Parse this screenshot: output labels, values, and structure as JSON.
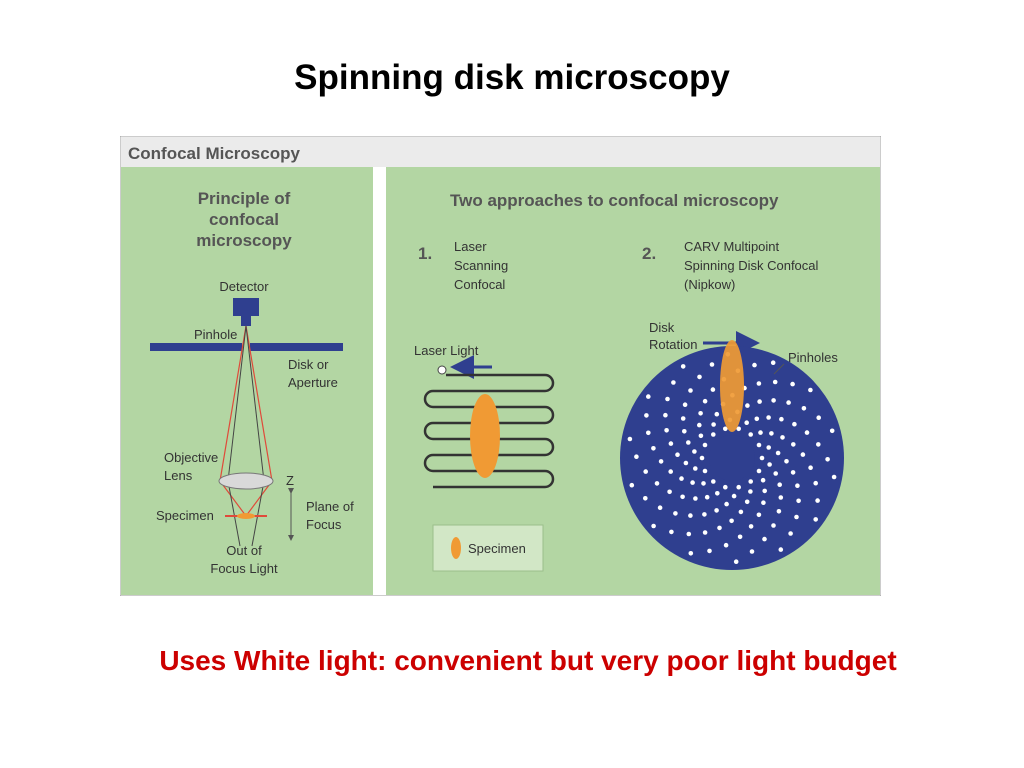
{
  "slide": {
    "title": "Spinning disk microscopy",
    "caption": "Uses White light: convenient but very poor light budget"
  },
  "figure": {
    "banner": "Confocal Microscopy",
    "left_panel": {
      "title_lines": [
        "Principle of",
        "confocal",
        "microscopy"
      ],
      "labels": {
        "detector": "Detector",
        "pinhole": "Pinhole",
        "disk_line1": "Disk or",
        "disk_line2": "Aperture",
        "objective_line1": "Objective",
        "objective_line2": "Lens",
        "z_axis": "Z",
        "plane_line1": "Plane of",
        "plane_line2": "Focus",
        "specimen": "Specimen",
        "out_of_focus_line1": "Out of",
        "out_of_focus_line2": "Focus Light"
      }
    },
    "right_panel": {
      "title": "Two approaches to confocal microscopy",
      "approach1": {
        "number": "1.",
        "name_lines": [
          "Laser",
          "Scanning",
          "Confocal"
        ],
        "laser_label": "Laser Light",
        "specimen_legend": "Specimen"
      },
      "approach2": {
        "number": "2.",
        "name_lines": [
          "CARV Multipoint",
          "Spinning Disk Confocal",
          "(Nipkow)"
        ],
        "rotation_line1": "Disk",
        "rotation_line2": "Rotation",
        "pinholes_label": "Pinholes"
      }
    },
    "colors": {
      "panel_green": "#b3d6a3",
      "banner_bg": "#ebebeb",
      "disk_blue": "#2f3f8f",
      "specimen_orange": "#f09a34",
      "beam_red": "#e04a3a",
      "caption_red": "#cc0000"
    }
  }
}
